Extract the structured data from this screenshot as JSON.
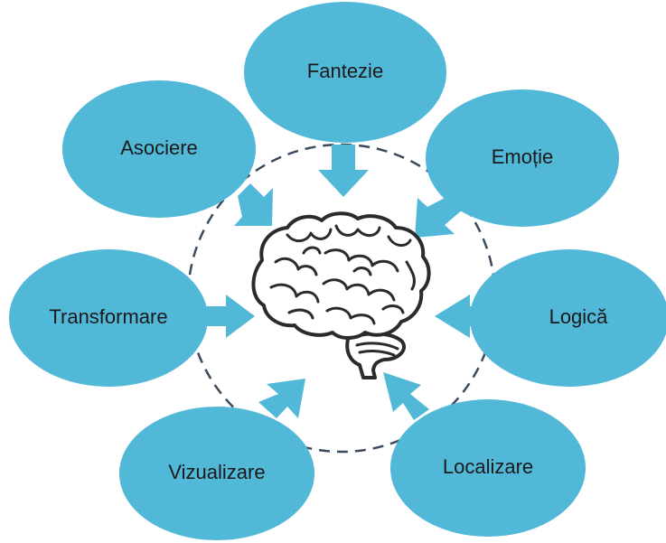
{
  "concepts": {
    "fantezie": "Fantezie",
    "emotie": "Emoție",
    "logica": "Logică",
    "localizare": "Localizare",
    "vizualizare": "Vizualizare",
    "transformare": "Transformare",
    "asociere": "Asociere"
  },
  "center": {
    "icon": "brain-icon"
  },
  "colors": {
    "bubble": "#52b8d8",
    "ring": "#3b4a5c",
    "text": "#1a1a1a"
  }
}
